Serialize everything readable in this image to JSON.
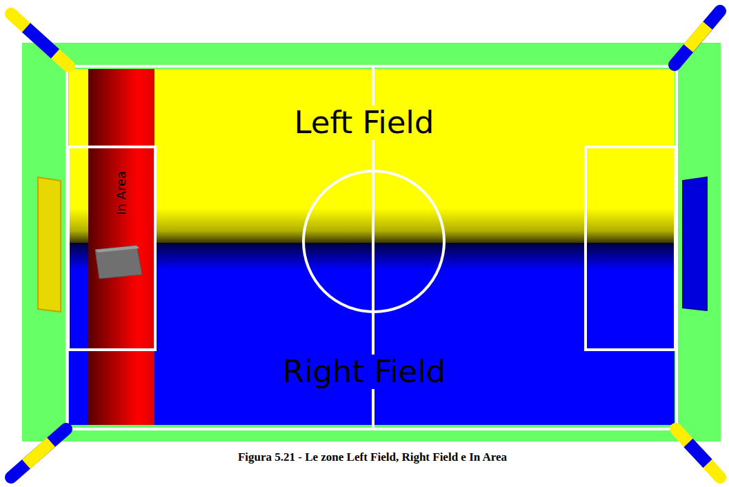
{
  "diagram": {
    "caption": "Figura 5.21 - Le zone Left Field, Right Field e In Area",
    "nodes": [
      {
        "text": [
          "Left Field"
        ]
      },
      {
        "text": [
          "In Area"
        ]
      },
      {
        "text": [
          "Right Field"
        ]
      }
    ]
  }
}
